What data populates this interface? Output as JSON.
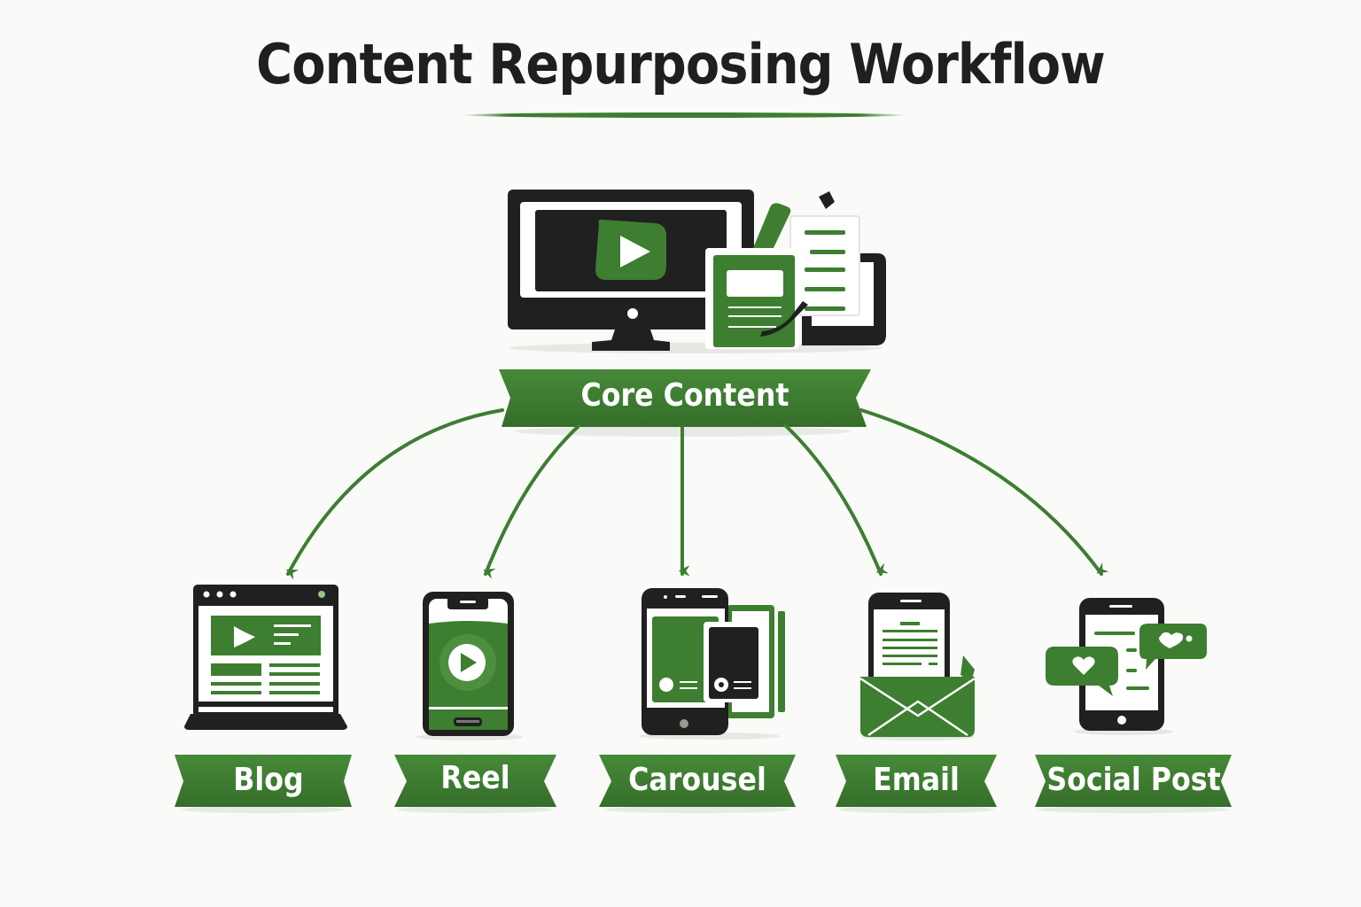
{
  "title": "Content Repurposing Workflow",
  "colors": {
    "accent_green": "#3d7e30",
    "dark": "#1f201f",
    "background": "#fafaf9",
    "label_text": "#ffffff"
  },
  "core": {
    "label": "Core Content",
    "icon": "monitor-video-documents-icon"
  },
  "outputs": [
    {
      "label": "Blog",
      "icon": "laptop-blog-icon"
    },
    {
      "label": "Reel",
      "icon": "phone-video-icon"
    },
    {
      "label": "Carousel",
      "icon": "phone-carousel-icon"
    },
    {
      "label": "Email",
      "icon": "phone-envelope-icon"
    },
    {
      "label": "Social Post",
      "icon": "phone-chat-hearts-icon"
    }
  ]
}
